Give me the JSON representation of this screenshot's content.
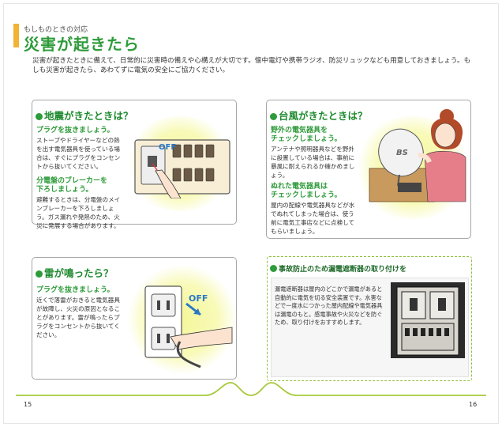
{
  "header": {
    "subtitle": "もしものときの対応",
    "title": "災害が起きたら"
  },
  "intro": "災害が起きたときに備えて、日常的に災害時の備えや心構えが大切です。懐中電灯や携帯ラジオ、防災リュックなども用意しておきましょう。もしも災害が起きたら、あわてずに電気の安全にご協力ください。",
  "earthquake": {
    "title": "地震がきたときは？",
    "h1": "プラグを抜きましょう。",
    "t1": "ストーブやドライヤーなどの熱を出す電気器具を使っている場合は、すぐにプラグをコンセントから抜いてください。",
    "h2a": "分電盤のブレーカーを",
    "h2b": "下ろしましょう。",
    "t2": "避難するときは、分電盤のメインブレーカーを下ろしましょう。ガス漏れや発熱のため、火災に発展する場合があります。",
    "off_label": "OFF"
  },
  "typhoon": {
    "title": "台風がきたときは？",
    "h1a": "野外の電気器具を",
    "h1b": "チェックしましょう。",
    "t1": "アンテナや照明器具などを野外に設置している場合は、事前に暴風に耐えられるか確かめましょう。",
    "h2a": "ぬれた電気器具は",
    "h2b": "チェックしましょう。",
    "t2": "屋内の配線や電気器具などが水でぬれてしまった場合は、使う前に電気工事店などに点検してもらいましょう。",
    "antenna_text": "BS"
  },
  "thunder": {
    "title": "雷が鳴ったら？",
    "h1": "プラグを抜きましょう。",
    "t1": "近くで落雷がおきると電気器具が故障し、火災の原因となることがあります。雷が鳴ったらプラグをコンセントから抜いてください。",
    "off_label": "OFF"
  },
  "breaker": {
    "title": "事故防止のため漏電遮断器の取り付けを",
    "text": "漏電遮断器は屋内のどこかで漏電があると自動的に電気を切る安全装置です。水害などで一度水につかった屋内配線や電気器具は漏電のもと。感電事故や火災などを防ぐため、取り付けをおすすめします。"
  },
  "footer": {
    "left_page": "15",
    "right_page": "16"
  },
  "colors": {
    "green": "#2e9b3a",
    "accent": "#f2b233",
    "off_blue": "#2a78c5",
    "glow": "#f4f79a"
  }
}
